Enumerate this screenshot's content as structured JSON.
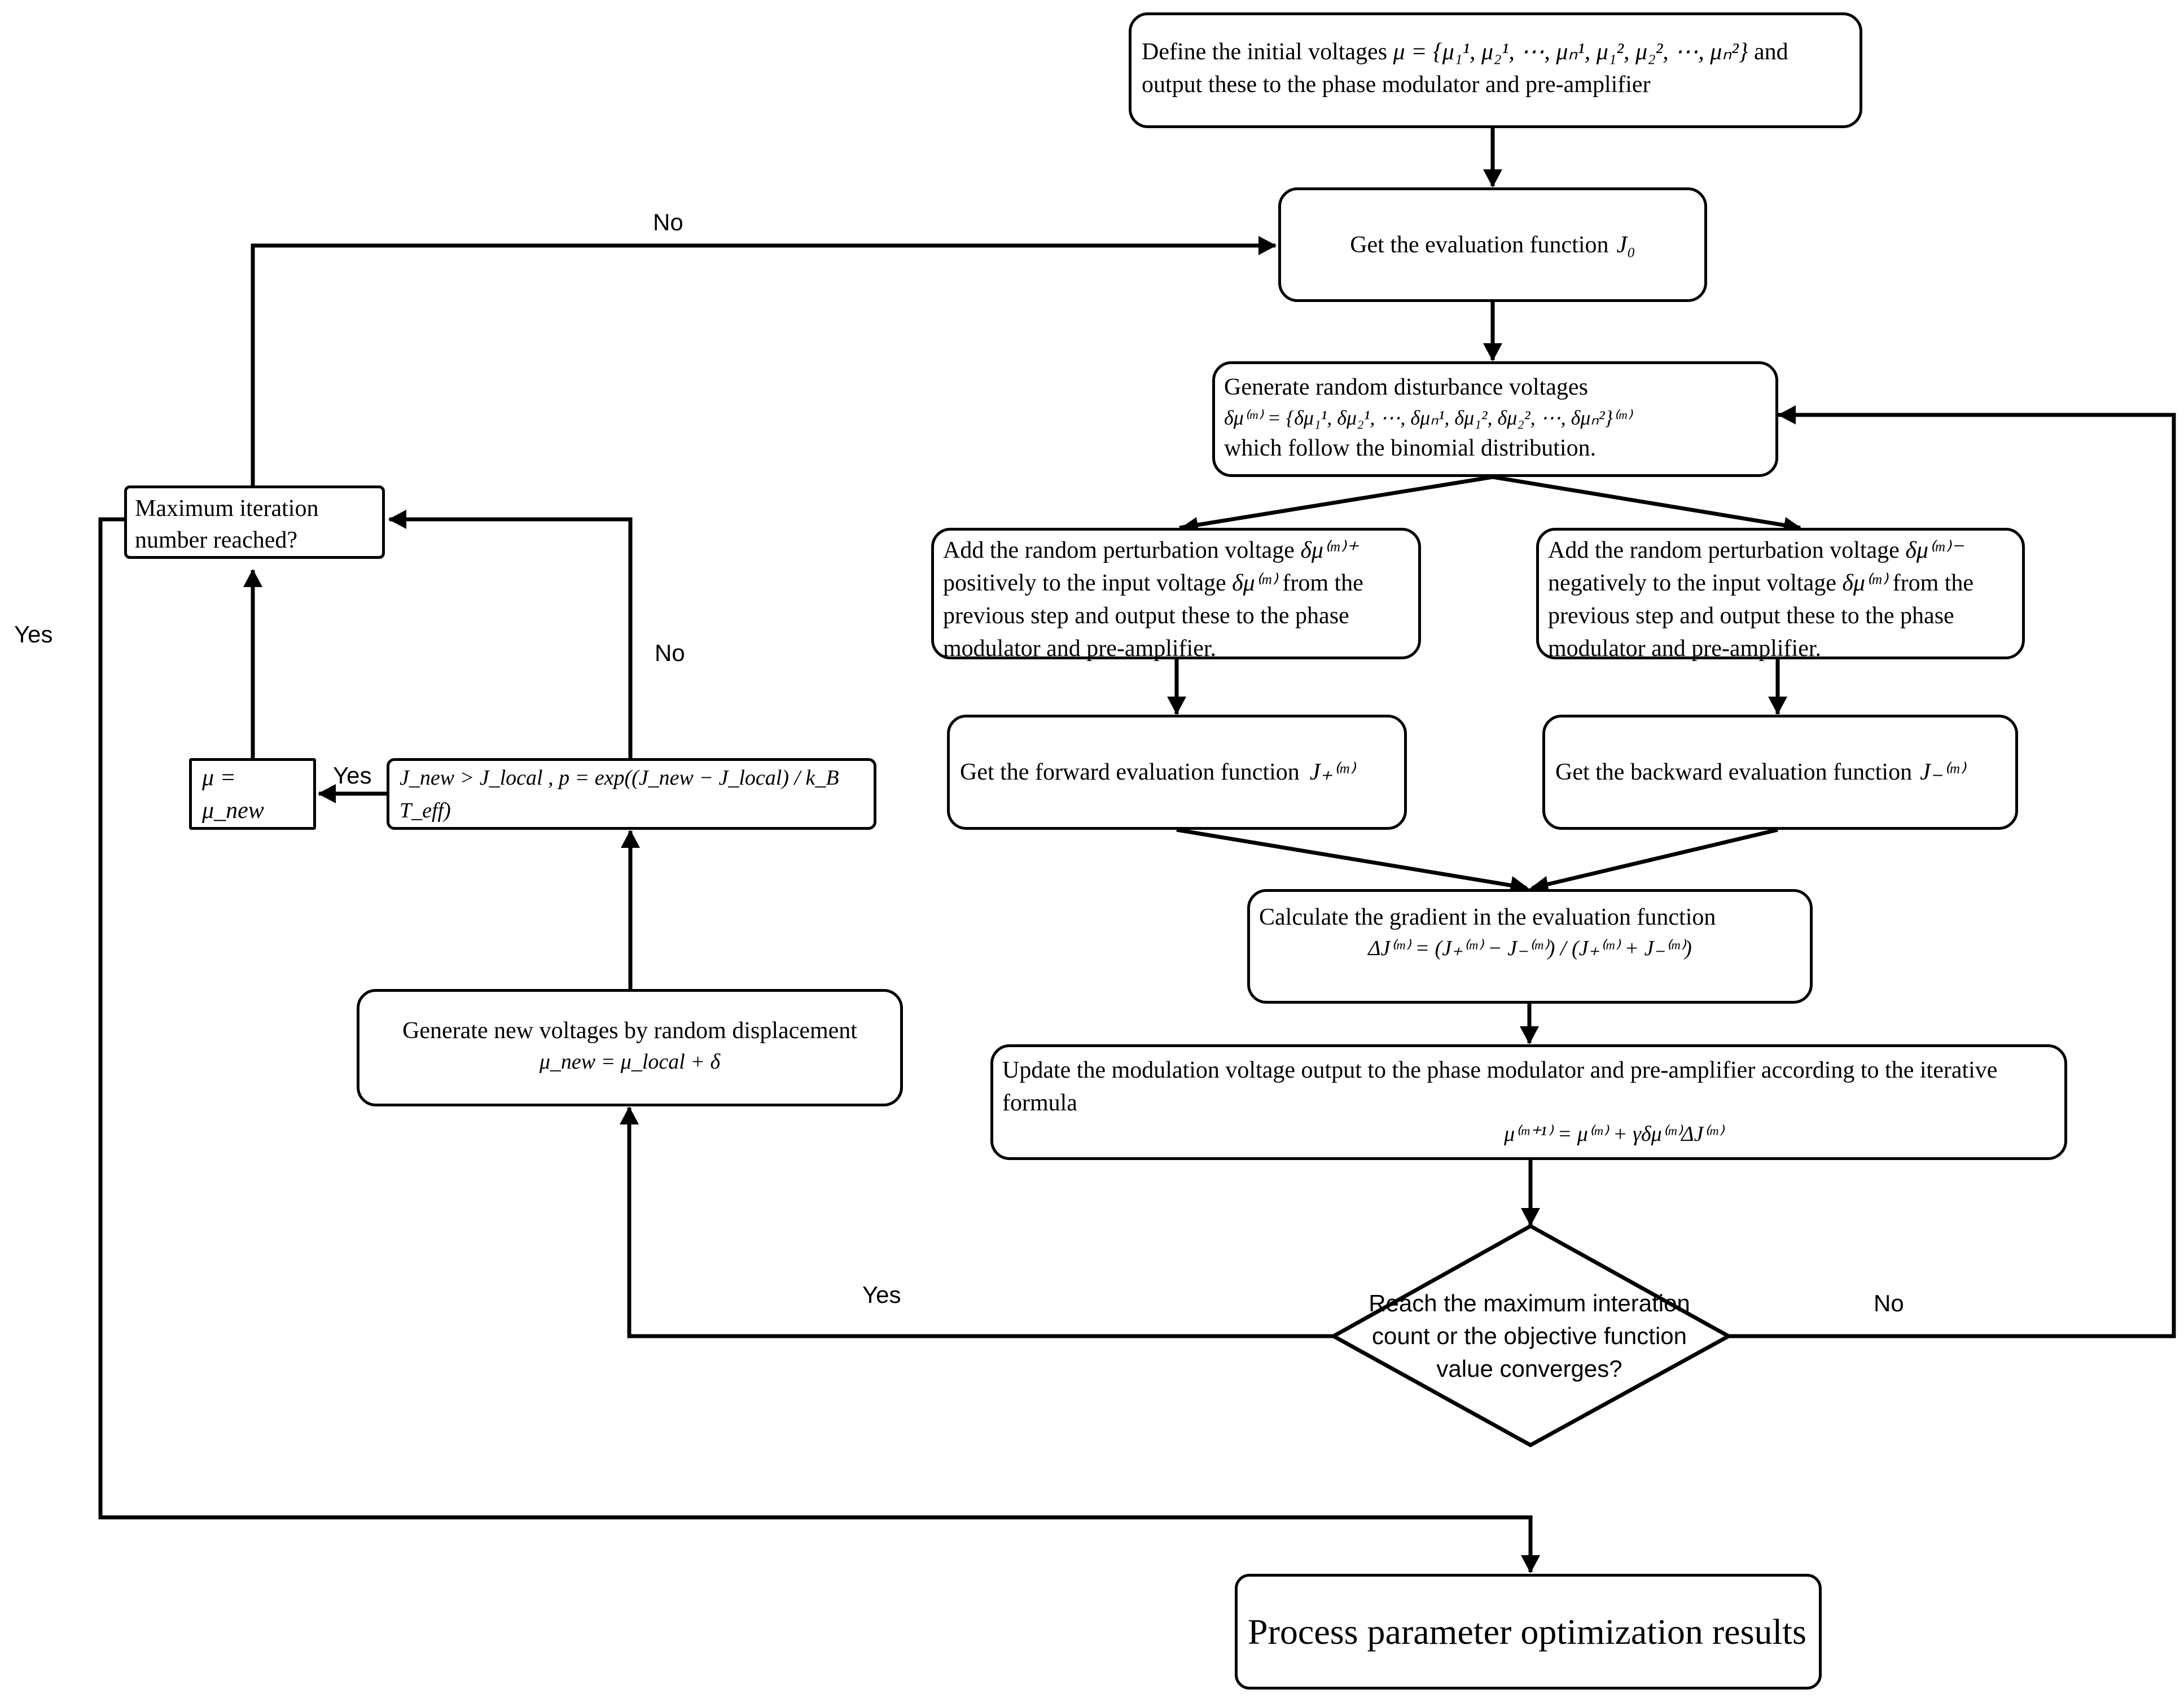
{
  "nodes": {
    "init": {
      "text": "Define the initial voltages",
      "formula": "μ = {μ₁¹, μ₂¹, ⋯, μₙ¹, μ₁², μ₂², ⋯, μₙ²}",
      "text2": "and output these to the phase modulator and pre-amplifier"
    },
    "eval0": {
      "text": "Get the evaluation function",
      "formula": "J₀"
    },
    "disturb": {
      "text": "Generate random disturbance voltages",
      "formula": "δμ⁽ᵐ⁾ = {δμ₁¹, δμ₂¹, ⋯, δμₙ¹, δμ₁², δμ₂², ⋯, δμₙ²}⁽ᵐ⁾",
      "text2": "which follow the binomial distribution."
    },
    "pos": {
      "text": "Add the random perturbation voltage",
      "formula": "δμ⁽ᵐ⁾⁺",
      "text2": "positively to the input voltage",
      "formula2": "δμ⁽ᵐ⁾",
      "text3": "from the previous step and output these to the phase modulator and pre-amplifier."
    },
    "neg": {
      "text": "Add the random perturbation voltage",
      "formula": "δμ⁽ᵐ⁾⁻",
      "text2": "negatively to the input voltage",
      "formula2": "δμ⁽ᵐ⁾",
      "text3": "from the previous step and output these to the phase modulator and pre-amplifier."
    },
    "fwd": {
      "text": "Get the forward evaluation function",
      "formula": "J₊⁽ᵐ⁾"
    },
    "bwd": {
      "text": "Get the backward evaluation function",
      "formula": "J₋⁽ᵐ⁾"
    },
    "grad": {
      "text": "Calculate the gradient in the evaluation function",
      "formula": "ΔJ⁽ᵐ⁾ = (J₊⁽ᵐ⁾ − J₋⁽ᵐ⁾) / (J₊⁽ᵐ⁾ + J₋⁽ᵐ⁾)"
    },
    "update": {
      "text": "Update the modulation voltage output to the phase modulator and pre-amplifier according to the iterative formula",
      "formula": "μ⁽ᵐ⁺¹⁾ = μ⁽ᵐ⁾ + γδμ⁽ᵐ⁾ΔJ⁽ᵐ⁾"
    },
    "decision": {
      "text": "Reach the maximum interation count or the objective function value converges?"
    },
    "newvolt": {
      "text": "Generate new voltages by random displacement",
      "formula": "μ_new = μ_local + δ"
    },
    "accept": {
      "formula": "J_new > J_local , p = exp((J_new − J_local) / k_B T_eff)"
    },
    "assign": {
      "formula": "μ = μ_new"
    },
    "maxiter": {
      "text": "Maximum iteration number reached?"
    },
    "result": {
      "text": "Process parameter optimization results"
    }
  },
  "edge_labels": {
    "no_top": "No",
    "no_mid": "No",
    "no_right": "No",
    "yes_left": "Yes",
    "yes_assign": "Yes",
    "yes_decision": "Yes"
  }
}
